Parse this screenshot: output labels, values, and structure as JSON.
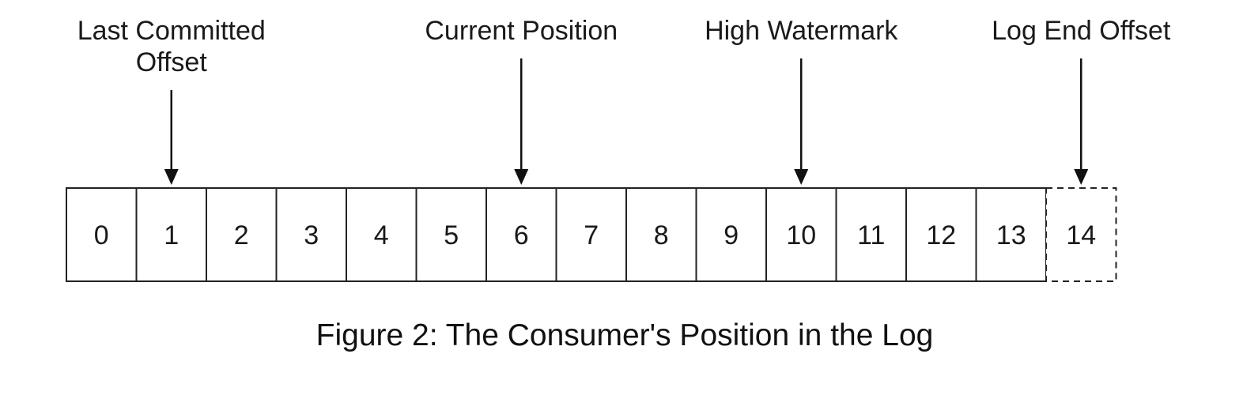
{
  "cells": [
    {
      "label": "0",
      "dashed": false
    },
    {
      "label": "1",
      "dashed": false
    },
    {
      "label": "2",
      "dashed": false
    },
    {
      "label": "3",
      "dashed": false
    },
    {
      "label": "4",
      "dashed": false
    },
    {
      "label": "5",
      "dashed": false
    },
    {
      "label": "6",
      "dashed": false
    },
    {
      "label": "7",
      "dashed": false
    },
    {
      "label": "8",
      "dashed": false
    },
    {
      "label": "9",
      "dashed": false
    },
    {
      "label": "10",
      "dashed": false
    },
    {
      "label": "11",
      "dashed": false
    },
    {
      "label": "12",
      "dashed": false
    },
    {
      "label": "13",
      "dashed": false
    },
    {
      "label": "14",
      "dashed": true
    }
  ],
  "pointers": [
    {
      "id": "last-committed-offset",
      "lines": [
        "Last Committed",
        "Offset"
      ],
      "target_index": 1
    },
    {
      "id": "current-position",
      "lines": [
        "Current Position"
      ],
      "target_index": 6
    },
    {
      "id": "high-watermark",
      "lines": [
        "High Watermark"
      ],
      "target_index": 10
    },
    {
      "id": "log-end-offset",
      "lines": [
        "Log End Offset"
      ],
      "target_index": 14
    }
  ],
  "caption": "Figure 2: The Consumer's Position in the Log"
}
